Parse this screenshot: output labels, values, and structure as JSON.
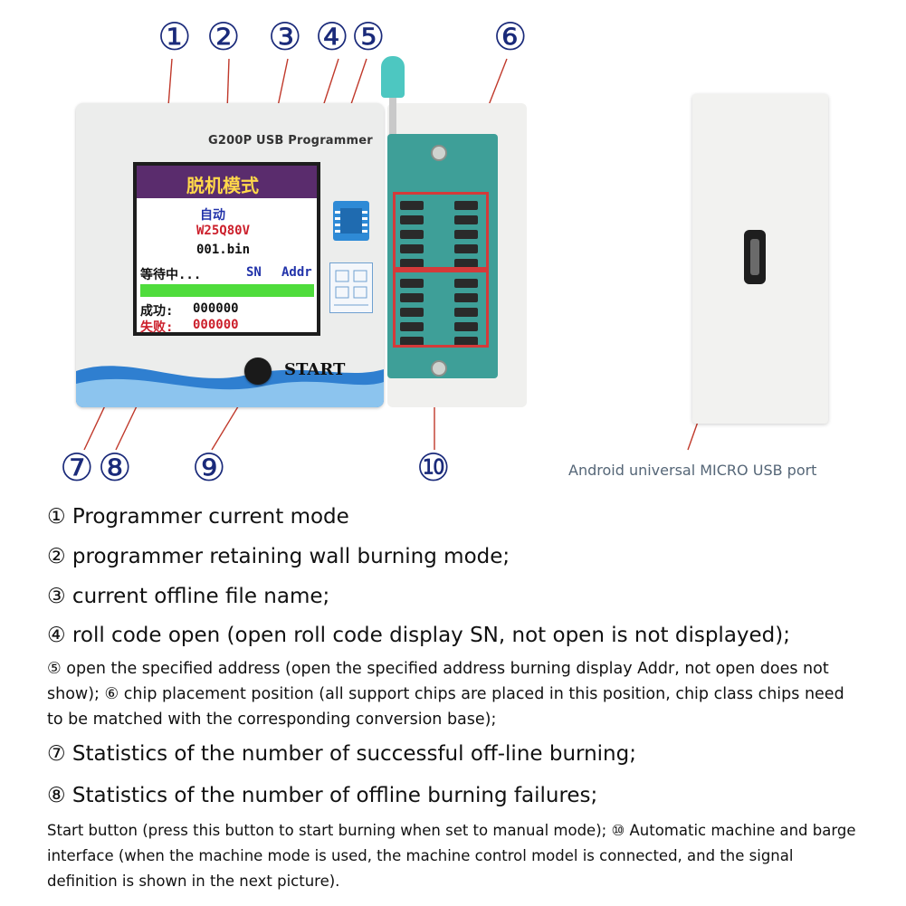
{
  "callouts": [
    "①",
    "②",
    "③",
    "④",
    "⑤",
    "⑥",
    "⑦",
    "⑧",
    "⑨",
    "⑩"
  ],
  "device": {
    "title": "G200P USB Programmer",
    "screen": {
      "mode": "脱机模式",
      "auto": "自动",
      "chip": "W25Q80V",
      "file": "001.bin",
      "waiting": "等待中...",
      "sn": "SN",
      "addr": "Addr",
      "success_label": "成功:",
      "success_count": "000000",
      "fail_label": "失败:",
      "fail_count": "000000"
    },
    "start_label": "START"
  },
  "usb_caption": "Android universal MICRO USB port",
  "descriptions": [
    "① Programmer current mode",
    "② programmer retaining wall burning mode;",
    "③ current offline file name;",
    "④ roll code open (open roll code display SN, not open is not displayed);",
    "⑤ open the specified address (open the specified address burning display Addr, not open does not show); ⑥ chip placement position (all support chips are placed in this position, chip class chips need to be matched with the corresponding conversion base);",
    "⑦ Statistics of the number of successful off-line burning;",
    "⑧ Statistics of the number of offline burning failures;",
    "Start button (press this button to start burning when set to manual mode); ⑩ Automatic machine and barge interface (when the machine mode is used, the machine control model is connected, and the signal definition is shown in the next picture)."
  ],
  "colors": {
    "callout": "#1a2a7a",
    "leader": "#c0392b",
    "lcd_mode_bg": "#5a2c6d",
    "lcd_mode_text": "#ffd84a",
    "lcd_blue": "#2233aa",
    "lcd_red": "#cc1f2b",
    "socket": "#3e9f98"
  }
}
